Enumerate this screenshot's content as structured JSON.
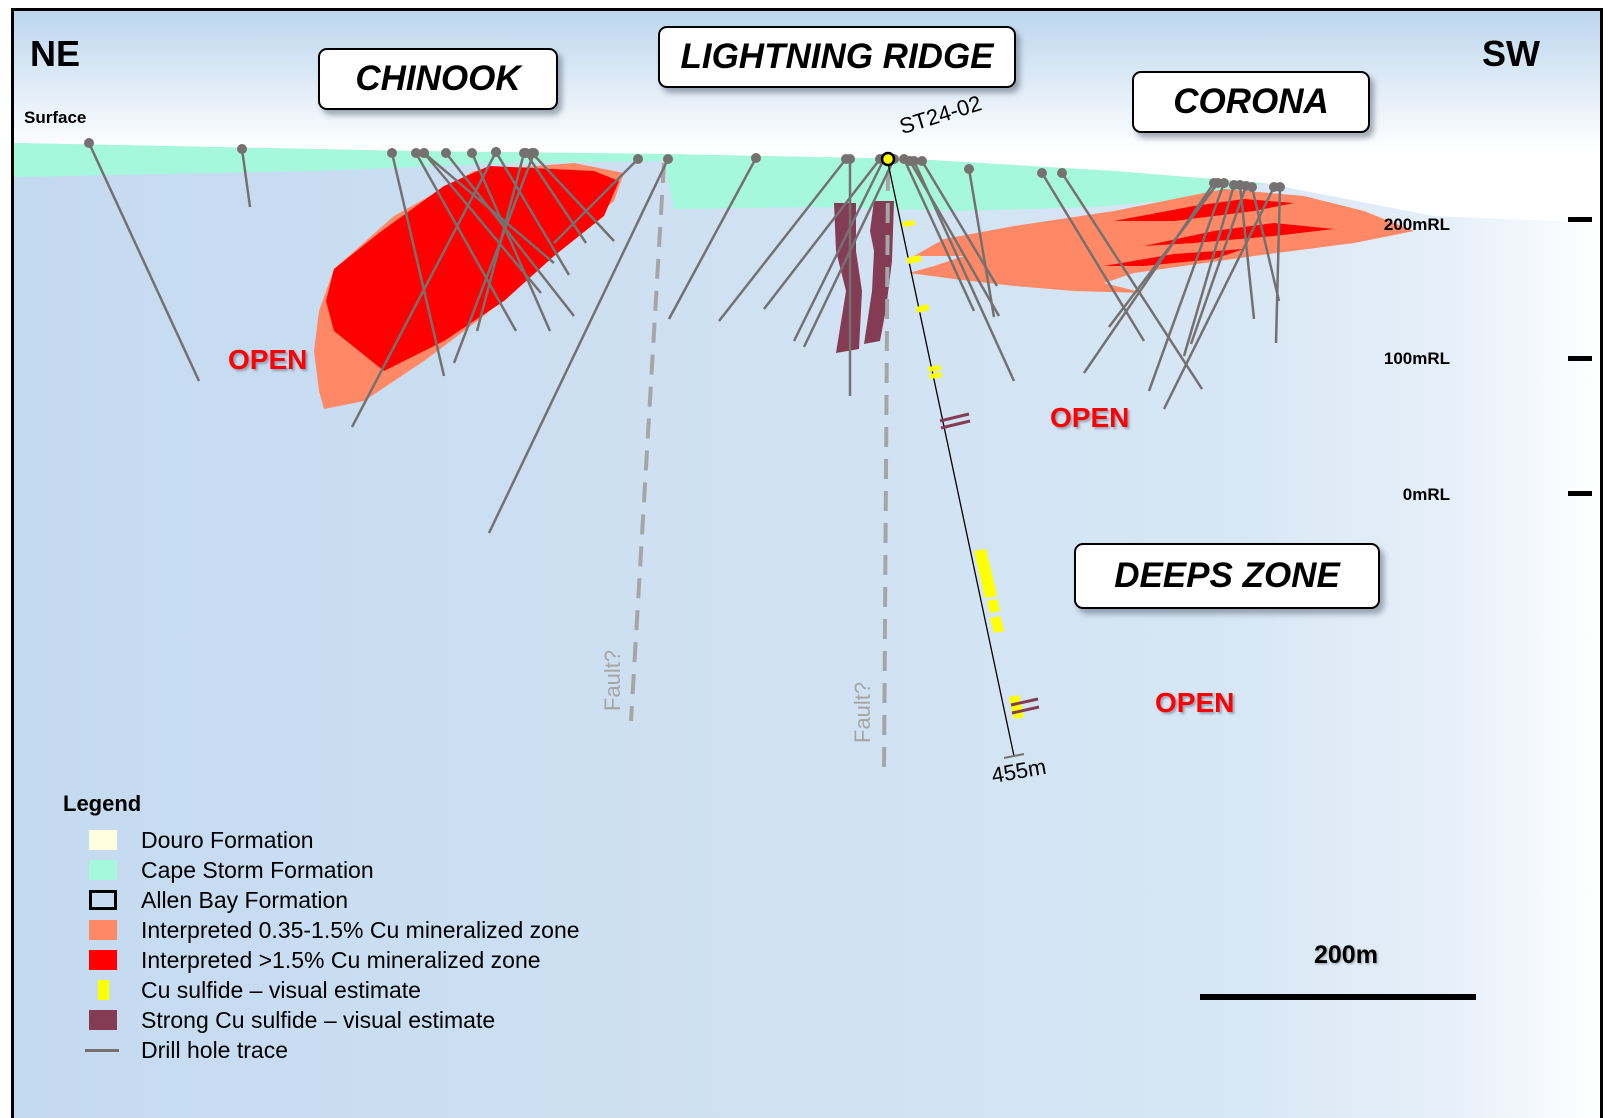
{
  "directions": {
    "left": "NE",
    "right": "SW"
  },
  "surface_label": "Surface",
  "areas": [
    {
      "id": "chinook",
      "label": "CHINOOK"
    },
    {
      "id": "lightning_ridge",
      "label": "LIGHTNING RIDGE"
    },
    {
      "id": "corona",
      "label": "CORONA"
    },
    {
      "id": "deeps_zone",
      "label": "DEEPS ZONE"
    }
  ],
  "open_labels": [
    "OPEN",
    "OPEN",
    "OPEN"
  ],
  "elevation_ticks": [
    {
      "label": "200mRL",
      "value": 200
    },
    {
      "label": "100mRL",
      "value": 100
    },
    {
      "label": "0mRL",
      "value": 0
    }
  ],
  "drill_hole": {
    "name": "ST24-02",
    "depth_label": "455m",
    "depth_m": 455
  },
  "fault_labels": [
    "Fault?",
    "Fault?"
  ],
  "scale_bar": {
    "label": "200m",
    "length_m": 200
  },
  "colors": {
    "douro": "#ffffe0",
    "cape_storm": "#a6f8dc",
    "low_grade": "#ff8866",
    "high_grade": "#ff0000",
    "cu_sulfide": "#ffff00",
    "strong_cu_sulfide": "#843c54",
    "drill_trace": "#767171",
    "fault": "#a6a6a6",
    "open_text": "#ff0000"
  },
  "legend": {
    "title": "Legend",
    "items": [
      {
        "label": "Douro Formation",
        "swatch": "fill",
        "color": "#ffffe0"
      },
      {
        "label": "Cape Storm Formation",
        "swatch": "fill",
        "color": "#a6f8dc"
      },
      {
        "label": "Allen Bay Formation",
        "swatch": "outline",
        "color": "#000000"
      },
      {
        "label": "Interpreted 0.35-1.5% Cu mineralized zone",
        "swatch": "fill",
        "color": "#ff8866"
      },
      {
        "label": "Interpreted >1.5% Cu mineralized zone",
        "swatch": "fill",
        "color": "#ff0000"
      },
      {
        "label": "Cu sulfide – visual estimate",
        "swatch": "narrow",
        "color": "#ffff00"
      },
      {
        "label": "Strong Cu sulfide – visual estimate",
        "swatch": "fill",
        "color": "#843c54"
      },
      {
        "label": "Drill hole trace",
        "swatch": "line",
        "color": "#767171"
      }
    ]
  }
}
